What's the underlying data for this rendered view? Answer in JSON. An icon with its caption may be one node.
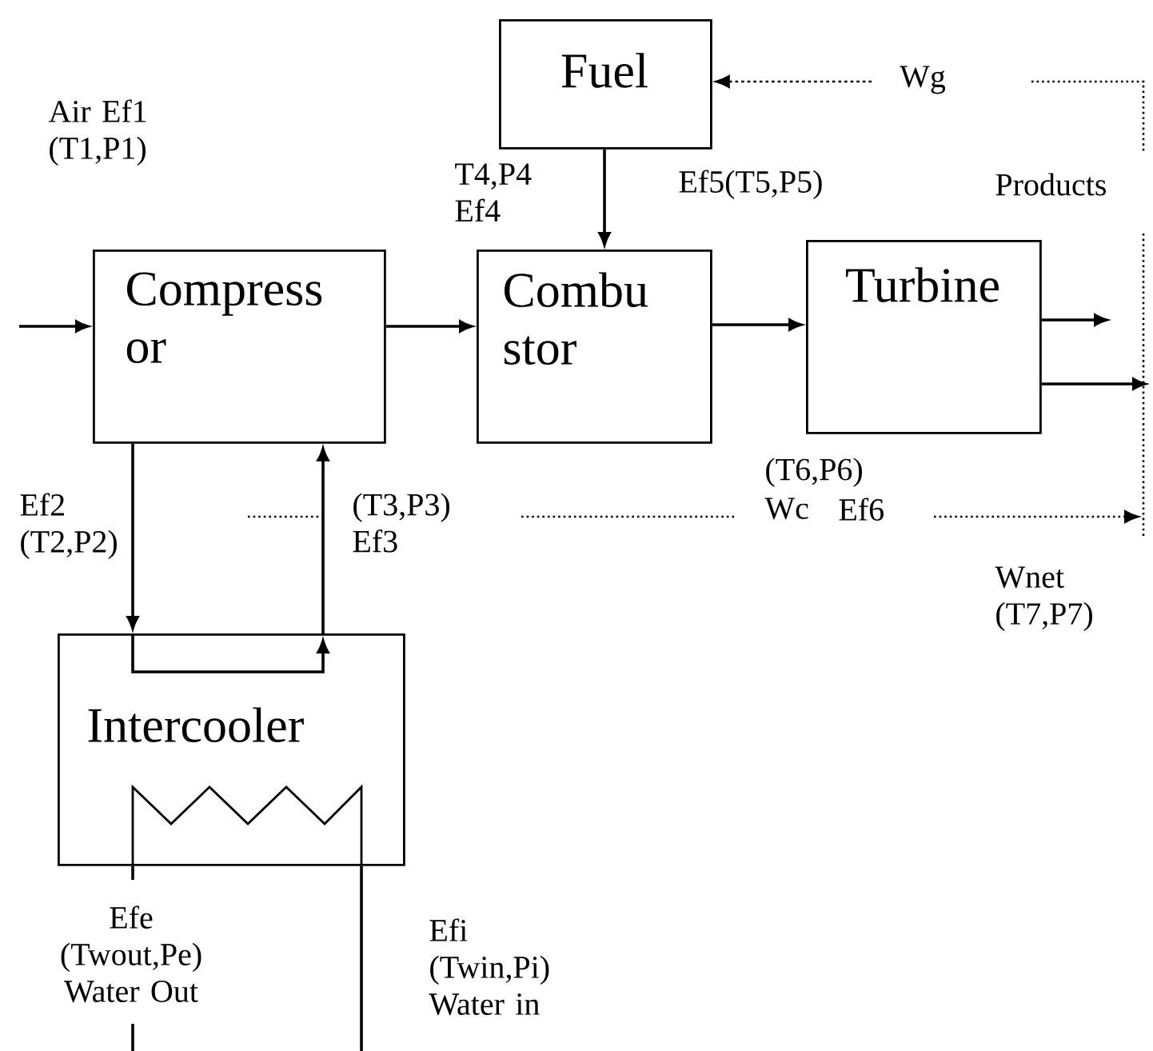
{
  "diagram": {
    "nodes": [
      {
        "text": [
          "Fuel"
        ]
      },
      {
        "text": [
          "Compress or"
        ]
      },
      {
        "text": [
          "Combu stor"
        ]
      },
      {
        "text": [
          "Turbine"
        ]
      },
      {
        "text": [
          "Intercooler"
        ]
      }
    ],
    "edges": [
      {
        "from": null,
        "to": 1,
        "arrow": "to"
      },
      {
        "from": 1,
        "to": 2,
        "arrow": "to"
      },
      {
        "from": 0,
        "to": 2,
        "arrow": "to"
      },
      {
        "from": 2,
        "to": 3,
        "arrow": "to"
      },
      {
        "from": 3,
        "to": null,
        "arrow": "to"
      },
      {
        "from": 3,
        "to": null,
        "arrow": "to"
      },
      {
        "from": null,
        "to": 0,
        "arrow": "to",
        "style": "dashed"
      },
      {
        "from": 1,
        "to": 4,
        "arrow": "to"
      },
      {
        "from": 4,
        "to": 1,
        "arrow": "to"
      },
      {
        "from": 4,
        "to": null,
        "arrow": "none"
      },
      {
        "from": null,
        "to": 4,
        "arrow": "none"
      }
    ],
    "labels": [
      "Wg",
      "Air Ef1 (T1,P1)",
      "T4,P4 Ef4",
      "Ef5(T5,P5)",
      "Products",
      "(T6,P6)",
      "Ef2 (T2,P2)",
      "(T3,P3) Ef3",
      "Wc",
      "Ef6",
      "Wnet (T7,P7)",
      "Efe (Twout,Pe) Water Out",
      "Efi (Twin,Pi) Water in"
    ]
  }
}
